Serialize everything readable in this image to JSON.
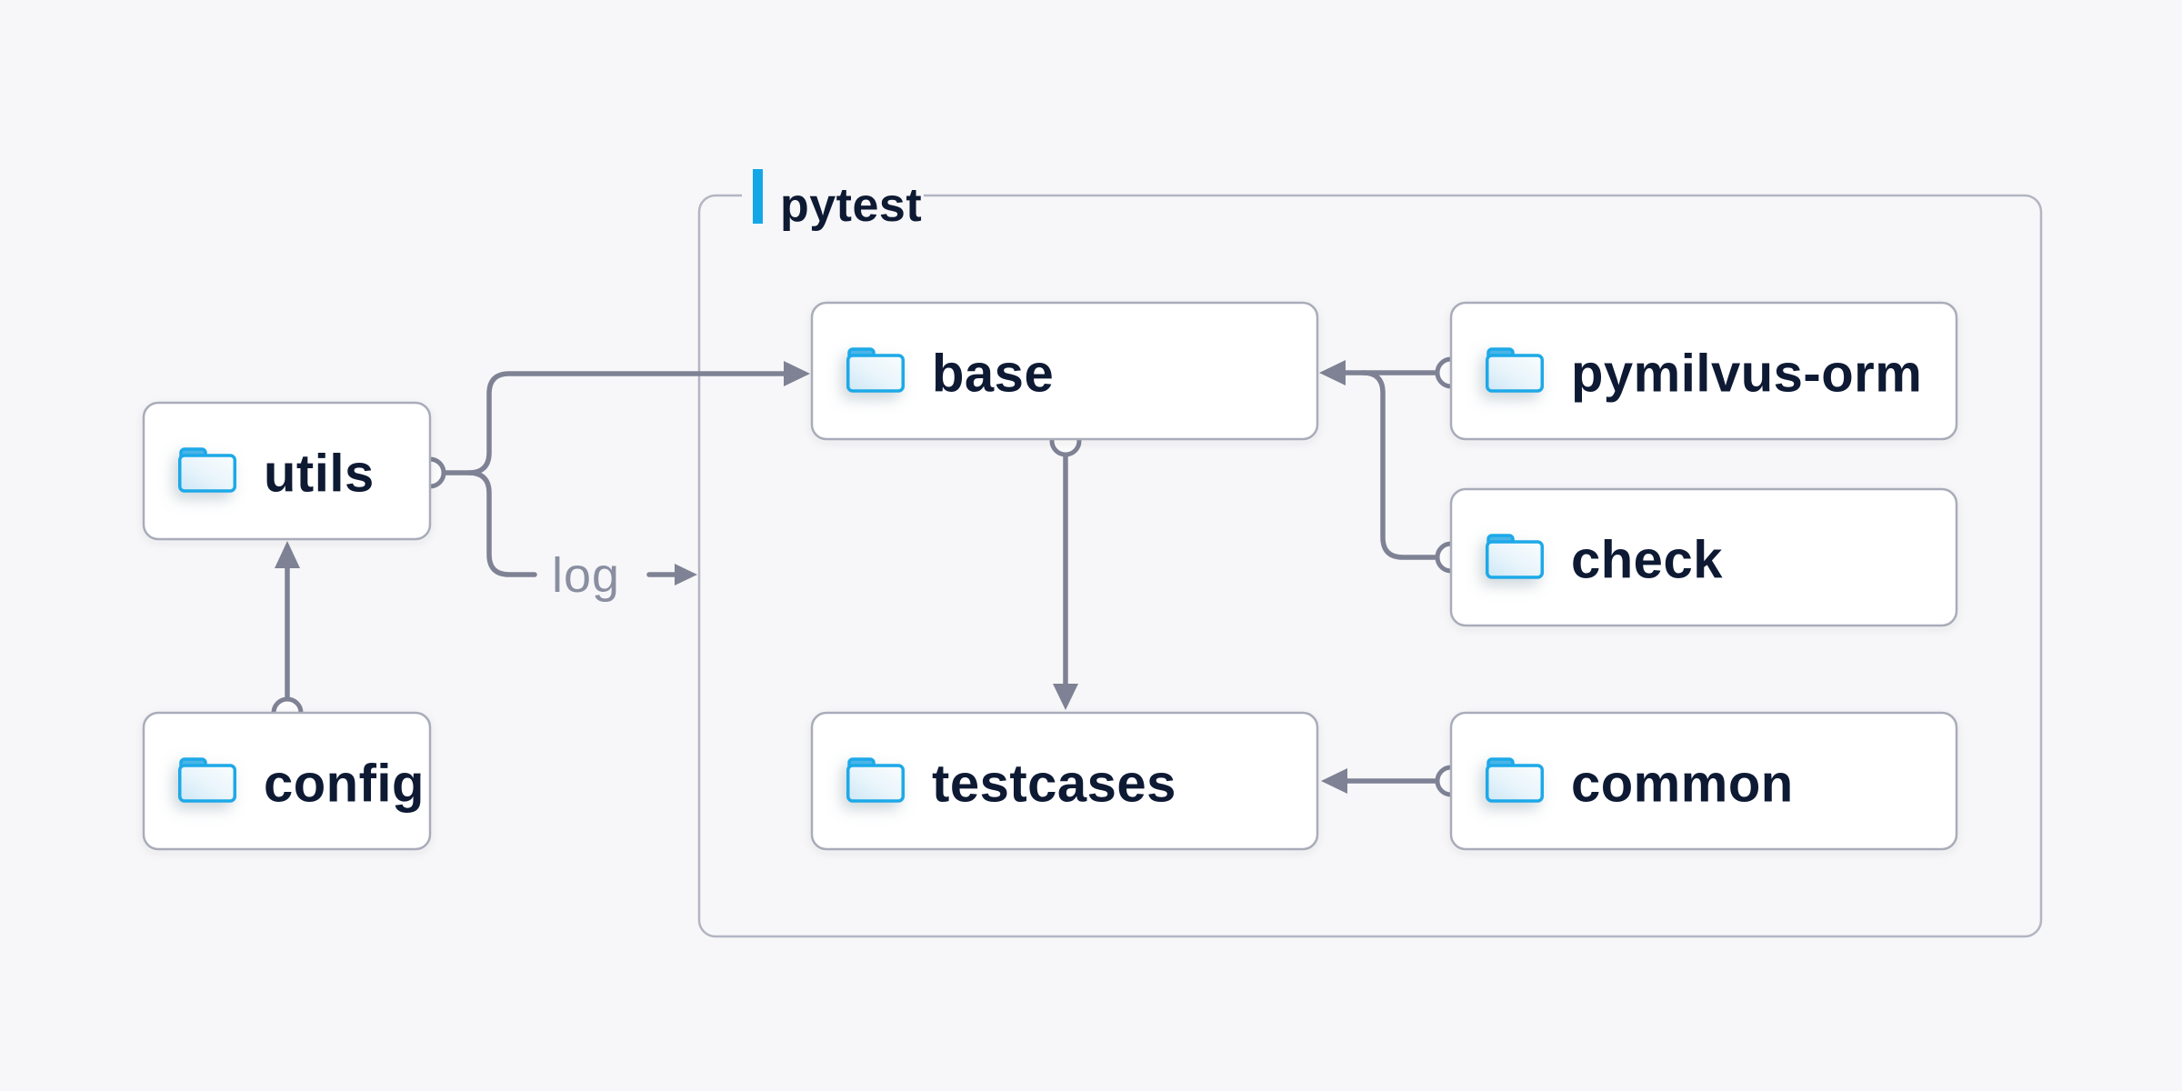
{
  "group": {
    "label": "pytest"
  },
  "nodes": {
    "utils": {
      "label": "utils"
    },
    "config": {
      "label": "config"
    },
    "base": {
      "label": "base"
    },
    "pymilvus_orm": {
      "label": "pymilvus-orm"
    },
    "check": {
      "label": "check"
    },
    "testcases": {
      "label": "testcases"
    },
    "common": {
      "label": "common"
    }
  },
  "edges": {
    "log_label": "log",
    "connections": [
      {
        "from": "config",
        "to": "utils"
      },
      {
        "from": "utils",
        "to": "base"
      },
      {
        "from": "utils",
        "to": "log"
      },
      {
        "from": "pymilvus-orm",
        "to": "base"
      },
      {
        "from": "check",
        "to": "base"
      },
      {
        "from": "base",
        "to": "testcases"
      },
      {
        "from": "common",
        "to": "testcases"
      }
    ]
  },
  "icons": {
    "node_icon": "folder-icon"
  },
  "colors": {
    "background": "#f7f7f9",
    "node_fill": "#ffffff",
    "node_border": "#a9acb9",
    "group_border": "#b3b5c2",
    "node_text": "#0e1a33",
    "connector": "#7e8294",
    "edge_label_text": "#8a8ea1",
    "accent_bar": "#14a7e8",
    "folder_stroke": "#1ea9e8",
    "folder_tab": "#4cb5e8",
    "folder_body_light": "#fafdfe",
    "folder_body_shade": "#cde7f6"
  }
}
